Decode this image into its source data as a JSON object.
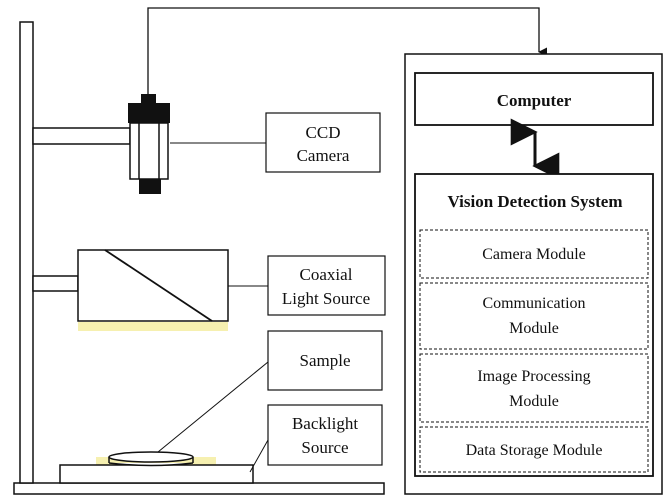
{
  "labels": {
    "ccd_line1": "CCD",
    "ccd_line2": "Camera",
    "coaxial_line1": "Coaxial",
    "coaxial_line2": "Light Source",
    "sample": "Sample",
    "backlight_line1": "Backlight",
    "backlight_line2": "Source",
    "computer": "Computer",
    "vision_system": "Vision Detection System"
  },
  "modules": [
    {
      "line1": "Camera Module",
      "line2": ""
    },
    {
      "line1": "Communication",
      "line2": "Module"
    },
    {
      "line1": "Image Processing",
      "line2": "Module"
    },
    {
      "line1": "Data Storage Module",
      "line2": ""
    }
  ],
  "colors": {
    "stroke": "#111111",
    "light_glow": "#f6f0b0"
  }
}
